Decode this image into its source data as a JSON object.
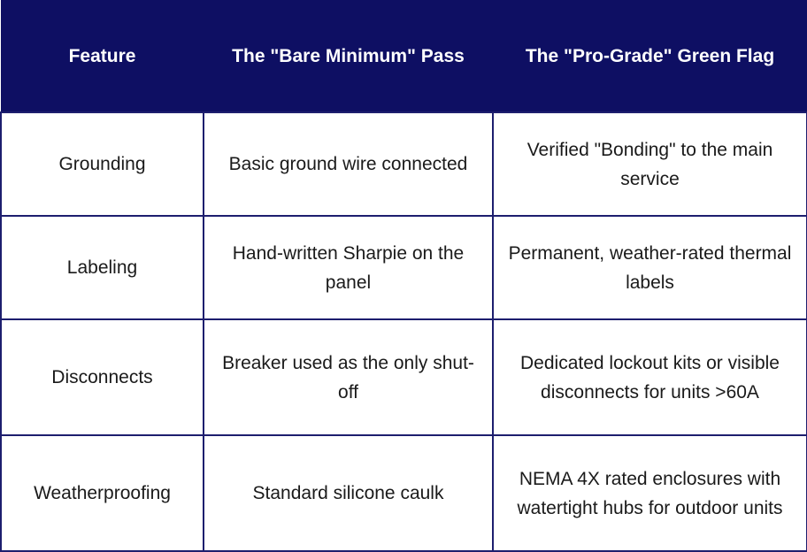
{
  "header": {
    "col1": "Feature",
    "col2": "The \"Bare Minimum\" Pass",
    "col3": "The \"Pro-Grade\" Green Flag"
  },
  "rows": [
    {
      "feature": "Grounding",
      "bare": "Basic ground wire connected",
      "pro": "Verified \"Bonding\" to the main service"
    },
    {
      "feature": "Labeling",
      "bare": "Hand-written Sharpie on the panel",
      "pro": "Permanent, weather-rated thermal labels"
    },
    {
      "feature": "Disconnects",
      "bare": "Breaker used as the only shut-off",
      "pro": "Dedicated lockout kits or visible disconnects for units >60A"
    },
    {
      "feature": "Weatherproofing",
      "bare": "Standard silicone caulk",
      "pro": "NEMA 4X rated enclosures with watertight hubs for outdoor units"
    }
  ],
  "colors": {
    "header_bg": "#0e0f63",
    "border": "#1d1e6e",
    "header_text": "#ffffff",
    "body_text": "#1a1a1a"
  }
}
